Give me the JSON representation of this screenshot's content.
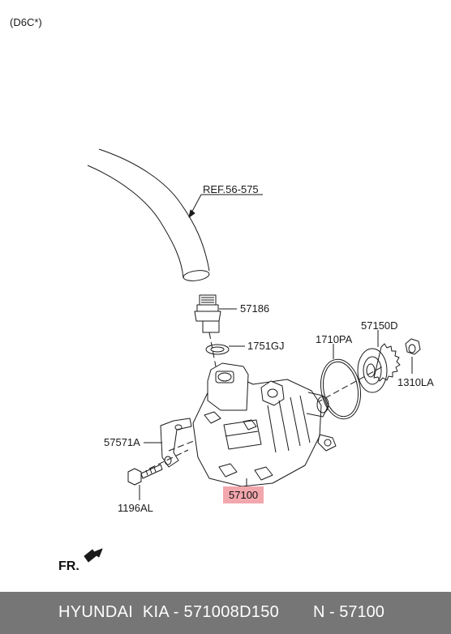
{
  "variant_label": "(D6C*)",
  "ref_label": "REF.56-575",
  "parts": {
    "union_bolt": "57186",
    "gasket": "1751GJ",
    "o_ring": "1710PA",
    "gear": "57150D",
    "nut": "1310LA",
    "bracket": "57571A",
    "bolt": "1196AL",
    "pump": "57100"
  },
  "front_marker": "FR.",
  "footer": {
    "brand_part": "HYUNDAI  KIA - 571008D150",
    "catalog_ref": "N - 57100"
  },
  "colors": {
    "highlight": "#f2a7ad",
    "footer_bg": "#767676",
    "line": "#1a1a1a"
  }
}
